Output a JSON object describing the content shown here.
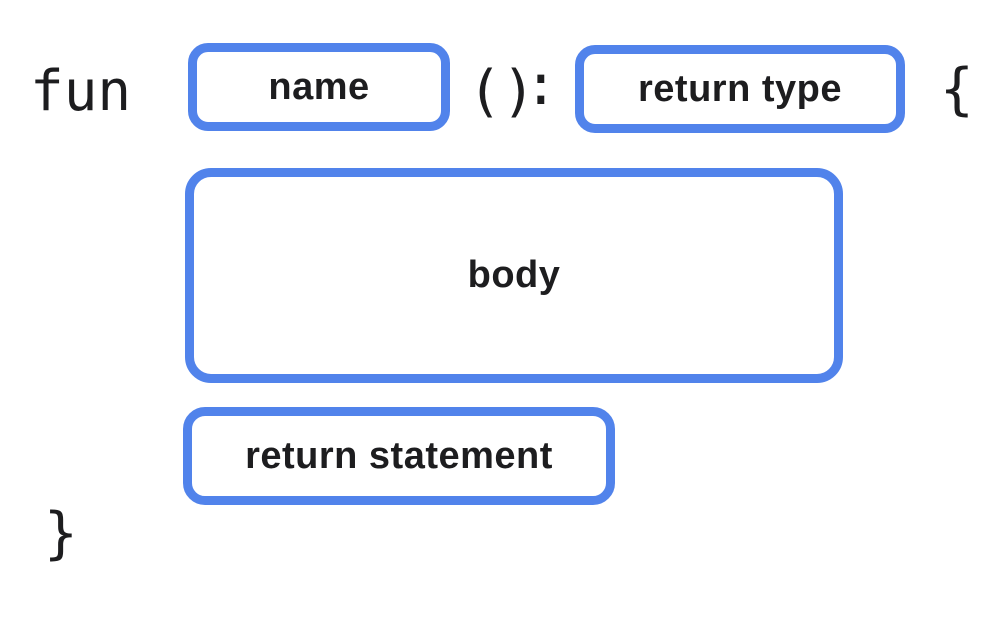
{
  "diagram": {
    "description": "Kotlin function declaration syntax diagram",
    "tokens": {
      "keyword": "fun",
      "parens": "()",
      "colon": ":",
      "open_brace": "{",
      "close_brace": "}"
    },
    "boxes": {
      "name": {
        "label": "name"
      },
      "return_type": {
        "label": "return type"
      },
      "body": {
        "label": "body"
      },
      "return_statement": {
        "label": "return statement"
      }
    },
    "colors": {
      "box_border": "#5183eb",
      "text": "#1d1d1f",
      "background": "#ffffff"
    }
  }
}
